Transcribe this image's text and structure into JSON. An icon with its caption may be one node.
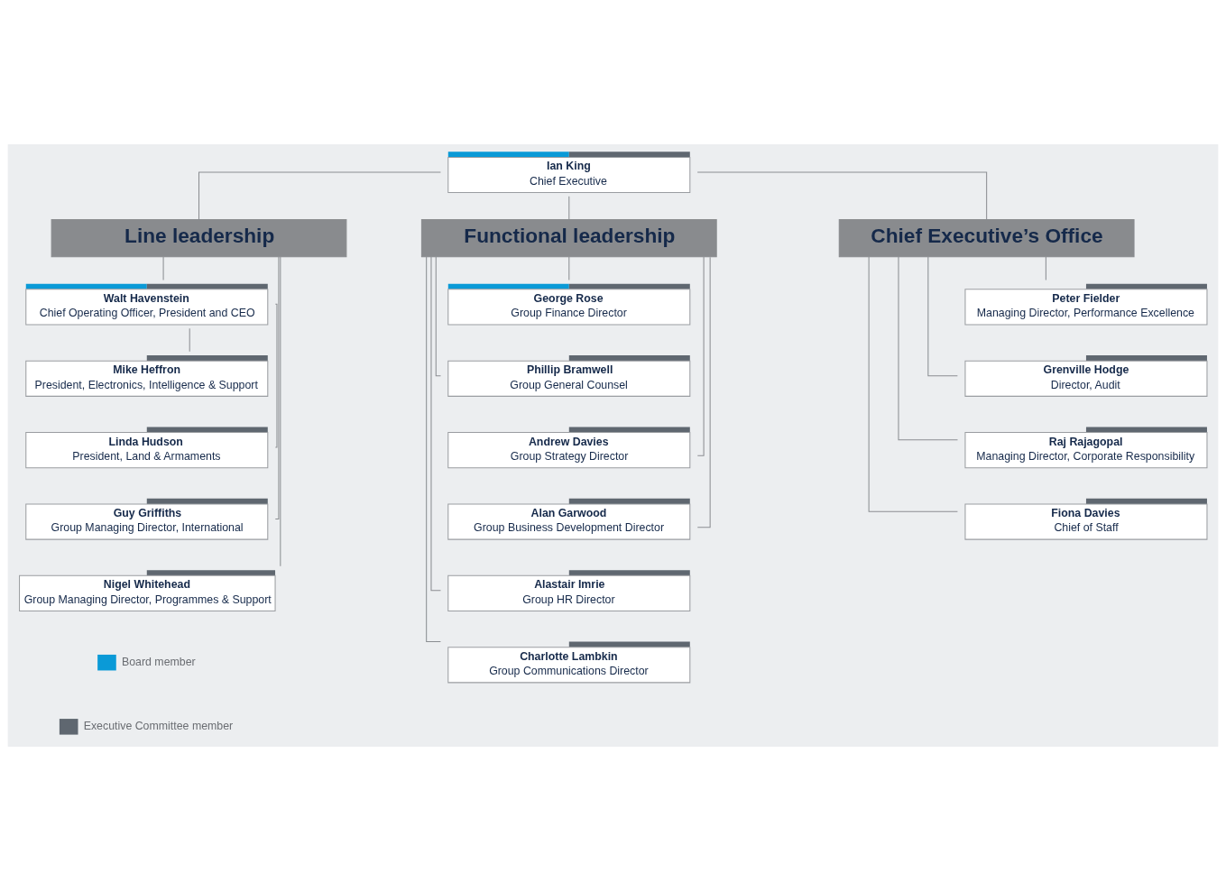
{
  "diagram": {
    "nodes": [
      {
        "text": [
          "Ian King",
          "Chief Executive"
        ]
      },
      {
        "text": [
          "Line leadership"
        ]
      },
      {
        "text": [
          "Walt Havenstein",
          "Chief Operating Officer, President and CEO"
        ]
      },
      {
        "text": [
          "Mike Heffron",
          "President, Electronics, Intelligence & Support"
        ]
      },
      {
        "text": [
          "Linda Hudson",
          "President, Land & Armaments"
        ]
      },
      {
        "text": [
          "Guy Griffiths",
          "Group Managing Director, International"
        ]
      },
      {
        "text": [
          "Nigel Whitehead",
          "Group Managing Director, Programmes & Support"
        ]
      },
      {
        "text": [
          "Functional leadership"
        ]
      },
      {
        "text": [
          "George Rose",
          "Group Finance Director"
        ]
      },
      {
        "text": [
          "Phillip Bramwell",
          "Group General Counsel"
        ]
      },
      {
        "text": [
          "Andrew Davies",
          "Group Strategy Director"
        ]
      },
      {
        "text": [
          "Alan Garwood",
          "Group Business Development Director"
        ]
      },
      {
        "text": [
          "Alastair Imrie",
          "Group HR Director"
        ]
      },
      {
        "text": [
          "Charlotte Lambkin",
          "Group Communications Director"
        ]
      },
      {
        "text": [
          "Chief Executive’s Office"
        ]
      },
      {
        "text": [
          "Peter Fielder",
          "Managing Director, Performance Excellence"
        ]
      },
      {
        "text": [
          "Grenville Hodge",
          "Director, Audit"
        ]
      },
      {
        "text": [
          "Raj Rajagopal",
          "Managing Director, Corporate Responsibility"
        ]
      },
      {
        "text": [
          "Fiona Davies",
          "Chief of Staff"
        ]
      }
    ],
    "edges": [
      {
        "from": 0,
        "to": 1,
        "arrow": "none"
      },
      {
        "from": 0,
        "to": 7,
        "arrow": "none"
      },
      {
        "from": 0,
        "to": 14,
        "arrow": "none"
      },
      {
        "from": 1,
        "to": 2,
        "arrow": "none"
      },
      {
        "from": 2,
        "to": 3,
        "arrow": "none"
      },
      {
        "from": 2,
        "to": 4,
        "arrow": "none"
      },
      {
        "from": 1,
        "to": 5,
        "arrow": "none"
      },
      {
        "from": 1,
        "to": 6,
        "arrow": "none"
      },
      {
        "from": 7,
        "to": 8,
        "arrow": "none"
      },
      {
        "from": 7,
        "to": 9,
        "arrow": "none"
      },
      {
        "from": 7,
        "to": 10,
        "arrow": "none"
      },
      {
        "from": 7,
        "to": 11,
        "arrow": "none"
      },
      {
        "from": 7,
        "to": 12,
        "arrow": "none"
      },
      {
        "from": 7,
        "to": 13,
        "arrow": "none"
      },
      {
        "from": 14,
        "to": 15,
        "arrow": "none"
      },
      {
        "from": 14,
        "to": 16,
        "arrow": "none"
      },
      {
        "from": 14,
        "to": 17,
        "arrow": "none"
      },
      {
        "from": 14,
        "to": 18,
        "arrow": "none"
      }
    ],
    "legend": [
      {
        "text": "Board member",
        "color": "#0a9ad7"
      },
      {
        "text": "Executive Committee member",
        "color": "#5f6770"
      }
    ]
  }
}
